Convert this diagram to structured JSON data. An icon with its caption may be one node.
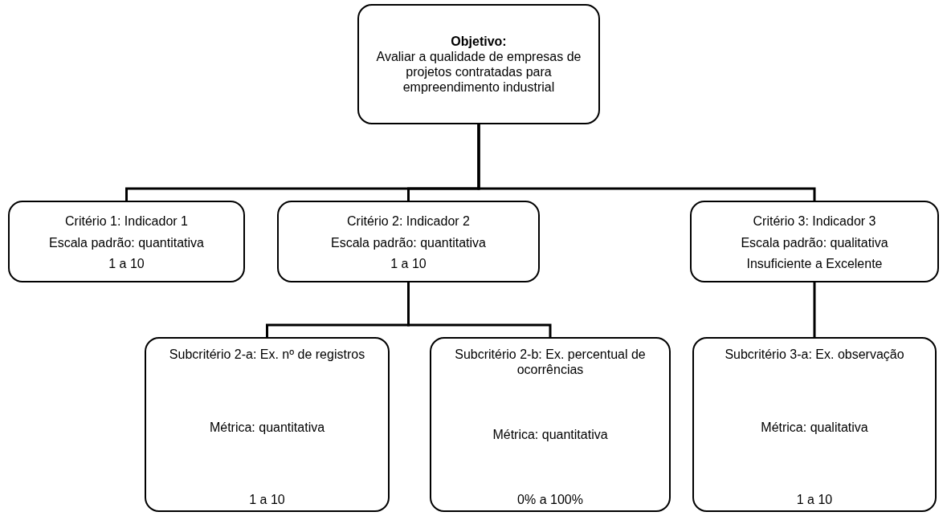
{
  "diagram": {
    "nodes": [
      {
        "text": [
          "Objetivo:",
          "Avaliar a qualidade de empresas de projetos contratadas para empreendimento industrial"
        ]
      },
      {
        "text": [
          "Critério 1: Indicador 1",
          "Escala padrão: quantitativa",
          "1 a 10"
        ]
      },
      {
        "text": [
          "Critério 2: Indicador 2",
          "Escala padrão: quantitativa",
          "1 a 10"
        ]
      },
      {
        "text": [
          "Critério 3: Indicador 3",
          "Escala padrão: qualitativa",
          "Insuficiente a Excelente"
        ]
      },
      {
        "text": [
          "Subcritério 2-a: Ex. nº de registros",
          "Métrica: quantitativa",
          "1 a 10"
        ]
      },
      {
        "text": [
          "Subcritério 2-b: Ex. percentual de ocorrências",
          "Métrica: quantitativa",
          "0% a 100%"
        ]
      },
      {
        "text": [
          "Subcritério 3-a: Ex. observação",
          "Métrica: qualitativa",
          "1 a 10"
        ]
      }
    ],
    "edges": [
      {
        "from": 0,
        "to": 1,
        "arrow": "none"
      },
      {
        "from": 0,
        "to": 2,
        "arrow": "none"
      },
      {
        "from": 0,
        "to": 3,
        "arrow": "none"
      },
      {
        "from": 2,
        "to": 4,
        "arrow": "none"
      },
      {
        "from": 2,
        "to": 5,
        "arrow": "none"
      },
      {
        "from": 3,
        "to": 6,
        "arrow": "none"
      }
    ]
  }
}
